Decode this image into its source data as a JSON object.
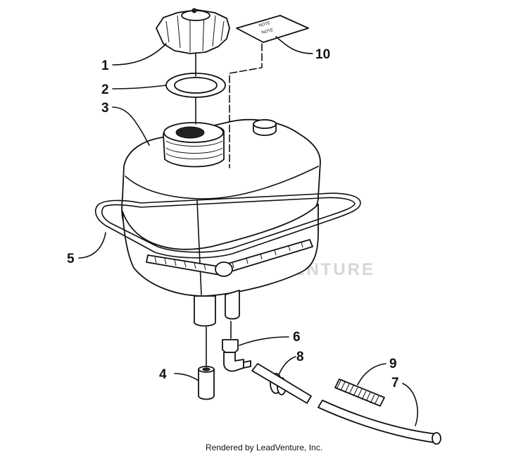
{
  "callouts": {
    "c1": "1",
    "c2": "2",
    "c3": "3",
    "c4": "4",
    "c5": "5",
    "c6": "6",
    "c7": "7",
    "c8": "8",
    "c9": "9",
    "c10": "10"
  },
  "label_plate": {
    "line1": "NOTE",
    "line2": "NOTE"
  },
  "watermark": {
    "text": "LEADVENTURE"
  },
  "footer": {
    "text": "Rendered by LeadVenture, Inc."
  }
}
